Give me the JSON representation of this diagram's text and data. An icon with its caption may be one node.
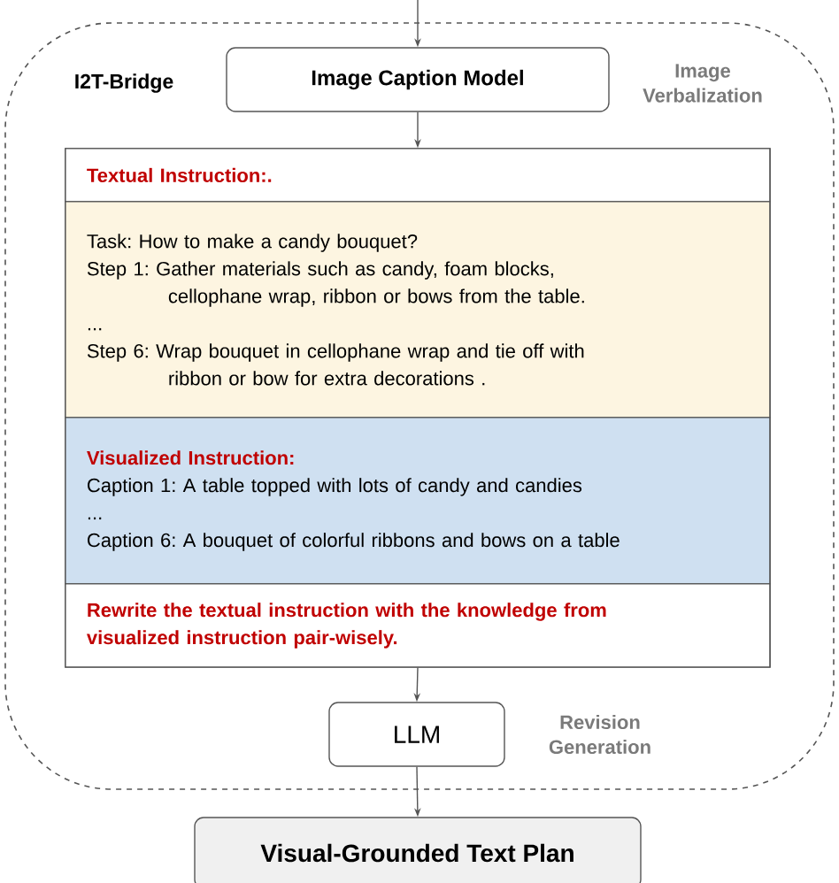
{
  "diagram": {
    "nodes": [
      {
        "text": [
          "I2T-Bridge"
        ]
      },
      {
        "text": [
          "Image Caption Model"
        ],
        "in": 0
      },
      {
        "text": [],
        "shape": "box",
        "in": 0
      },
      {
        "text": [
          "Textual Instruction:."
        ],
        "in": 2
      },
      {
        "text": [
          "Task: How to make a candy bouquet?",
          "Step 1: Gather materials such as candy, foam blocks, cellophane wrap, ribbon or bows from the table.",
          "...",
          "Step 6: Wrap bouquet in cellophane wrap and tie off with ribbon or bow for extra decorations ."
        ],
        "in": 2
      },
      {
        "text": [
          "Visualized Instruction:",
          "Caption 1: A table topped with lots of candy and candies",
          "...",
          "Caption 6: A bouquet of colorful ribbons and bows on a table"
        ],
        "in": 2
      },
      {
        "text": [
          "Rewrite the textual instruction with the knowledge from visualized instruction pair-wisely."
        ],
        "in": 2
      },
      {
        "text": [
          "LLM"
        ],
        "in": 0
      },
      {
        "text": [
          "Visual-Grounded Text Plan"
        ]
      }
    ],
    "edges": [
      {
        "from": null,
        "to": 1,
        "arrow": "to"
      },
      {
        "from": 1,
        "to": 2,
        "arrow": "to"
      },
      {
        "from": 2,
        "to": 7,
        "arrow": "to"
      },
      {
        "from": 7,
        "to": 8,
        "arrow": "to"
      }
    ],
    "labels": [
      "Image Verbalization",
      "Revision Generation"
    ]
  }
}
